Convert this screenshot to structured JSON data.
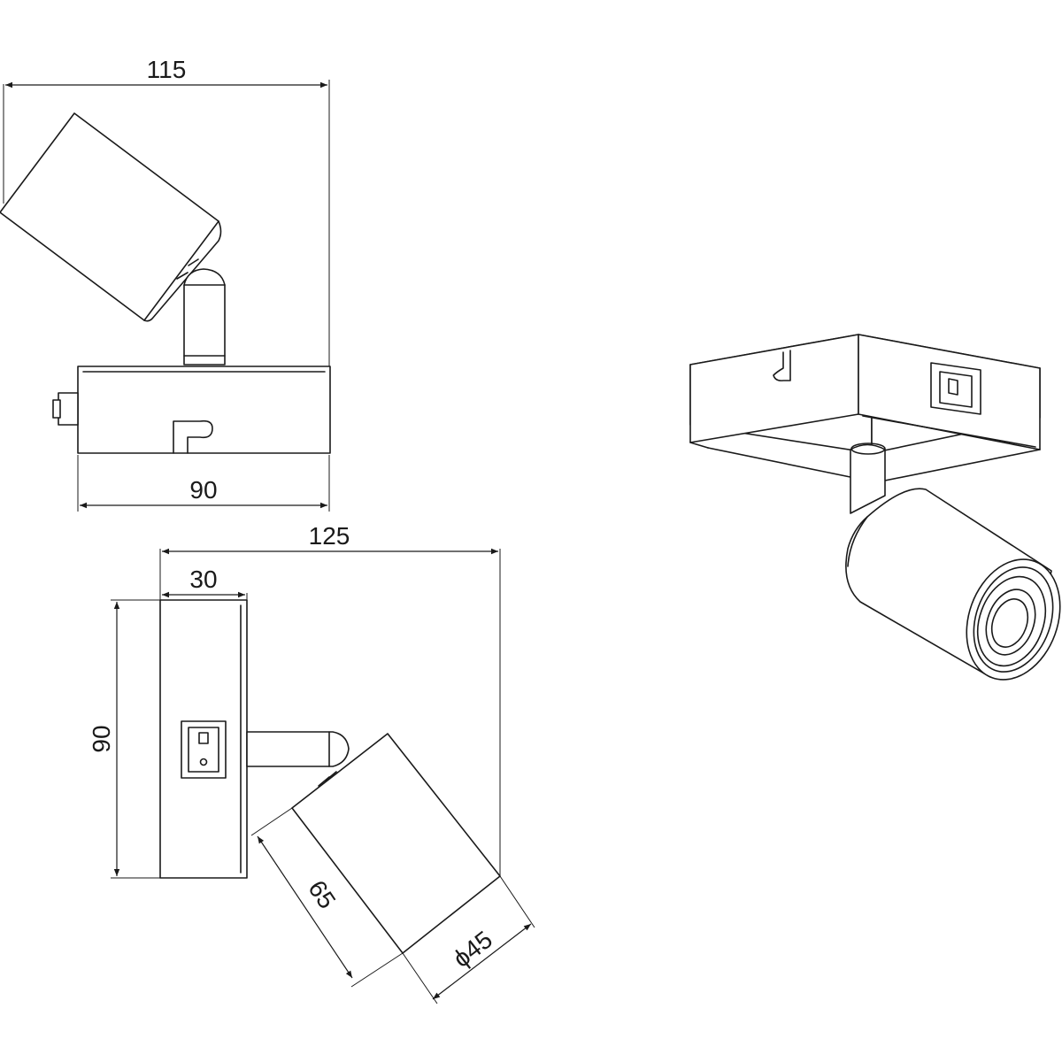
{
  "views": {
    "side_view": {
      "dim_overall_width": "115",
      "dim_base_width": "90"
    },
    "top_view": {
      "dim_overall_depth": "125",
      "dim_base_depth": "30",
      "dim_base_height": "90",
      "dim_head_length": "65",
      "dim_head_diameter": "ϕ45"
    },
    "perspective_view": {}
  },
  "icons": [
    "rocker-switch-icon",
    "spotlight-head",
    "mounting-plate"
  ]
}
